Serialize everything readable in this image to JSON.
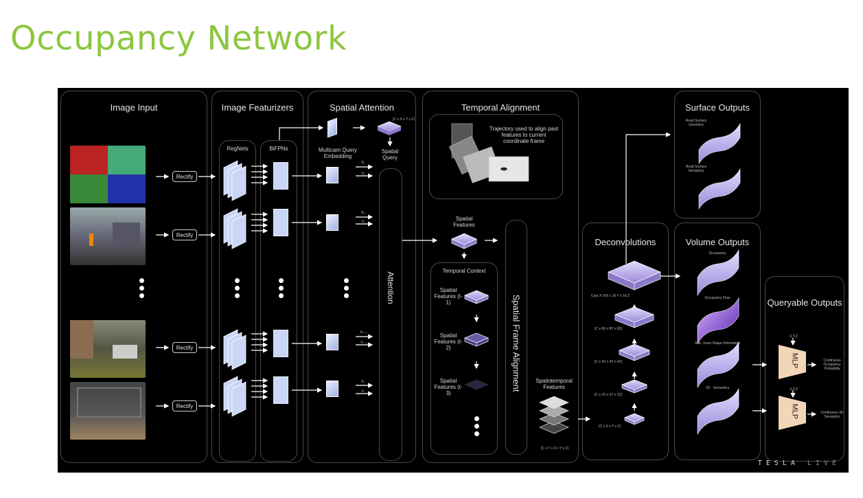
{
  "title": "Occupancy Network",
  "panels": {
    "image_input": "Image Input",
    "featurizers": "Image Featurizers",
    "spatial_attention": "Spatial Attention",
    "temporal_alignment": "Temporal Alignment",
    "deconvolutions": "Deconvolutions",
    "surface_outputs": "Surface Outputs",
    "volume_outputs": "Volume Outputs",
    "queryable_outputs": "Queryable Outputs"
  },
  "labels": {
    "rectify": "Rectify",
    "regnets": "RegNets",
    "bifpns": "BiFPNs",
    "multicam_query": "Multicam Query Embedding",
    "spatial_query": "Spatial Query",
    "spatial_query_dim": "(C x X x Y x Z)",
    "attention": "Attention",
    "trajectory": "Trajectory used to align past features to current coordinate frame",
    "spatial_features": "Spatial Features",
    "temporal_context": "Temporal Context",
    "sf_t1": "Spatial Features (t-1)",
    "sf_t2": "Spatial Features (t-2)",
    "sf_t3": "Spatial Features (t-3)",
    "spatial_frame_alignment": "Spatial Frame Alignment",
    "spatiotemporal": "Spatiotemporal Features",
    "spatiotemporal_dim": "(C x T x X x Y x Z)",
    "k1": "K₁",
    "v1": "V₁",
    "k2": "K₂",
    "v2": "V₂",
    "kn1": "Kₙ₋₁",
    "vn1": "Vₙ₋₁",
    "kn": "Kₙ",
    "vn": "Vₙ",
    "deconv_dims": [
      "Cout X 16X x 16 Y x 16 Z",
      "(C x 8X x 8Y x 8Z)",
      "(C x 4X x 4Y x 4Z)",
      "(C x 2X x 2Y x 2Z)",
      "(C x X x Y x Z)"
    ],
    "road_geometry": "Road Surface Geometry",
    "road_semantics": "Road Surface Semantics",
    "occupancy": "Occupancy",
    "occupancy_flow": "Occupancy Flow",
    "subvoxel": "Sub- Voxel Shape Information",
    "semantics_3d": "3D - Semantics",
    "xyz": "X,Y,Z",
    "mlp": "MLP",
    "cont_occ": "Continuous Occupancy Probability",
    "cont_3d": "Continuous 3D Semantics"
  },
  "branding": {
    "tesla": "TESLA",
    "live": "LIVE"
  },
  "colors": {
    "title": "#8cc63f",
    "feature": "#c9d6f5",
    "voxel": "#b7a6ee",
    "mlp": "#f2d6b8",
    "panel_border": "#4a4a4a"
  }
}
